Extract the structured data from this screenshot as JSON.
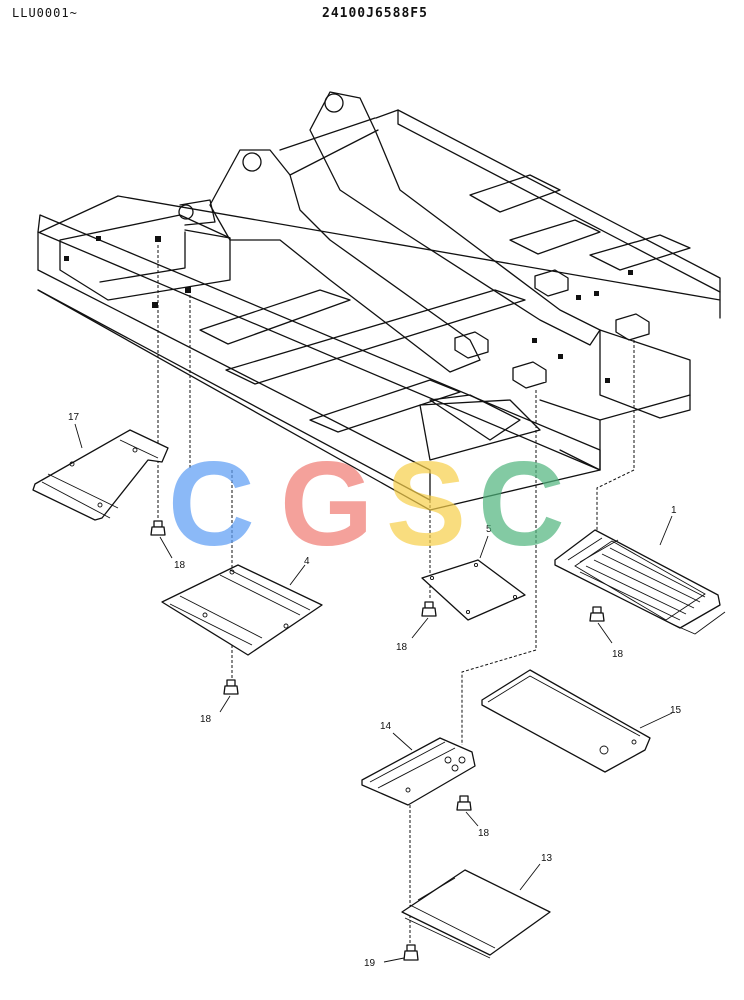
{
  "header": {
    "code_left": "LLU0001~",
    "code_center": "24100J6588F5"
  },
  "watermark": {
    "letters": [
      {
        "char": "C",
        "color": "#5b9cf5"
      },
      {
        "char": "G",
        "color": "#f07a72"
      },
      {
        "char": "S",
        "color": "#f7cf4a"
      },
      {
        "char": "C",
        "color": "#4fb57d"
      }
    ]
  },
  "callouts": {
    "p1": "1",
    "p4": "4",
    "p5": "5",
    "p13": "13",
    "p14": "14",
    "p15": "15",
    "p17": "17",
    "p18a": "18",
    "p18b": "18",
    "p18c": "18",
    "p18d": "18",
    "p18e": "18",
    "p19": "19"
  }
}
